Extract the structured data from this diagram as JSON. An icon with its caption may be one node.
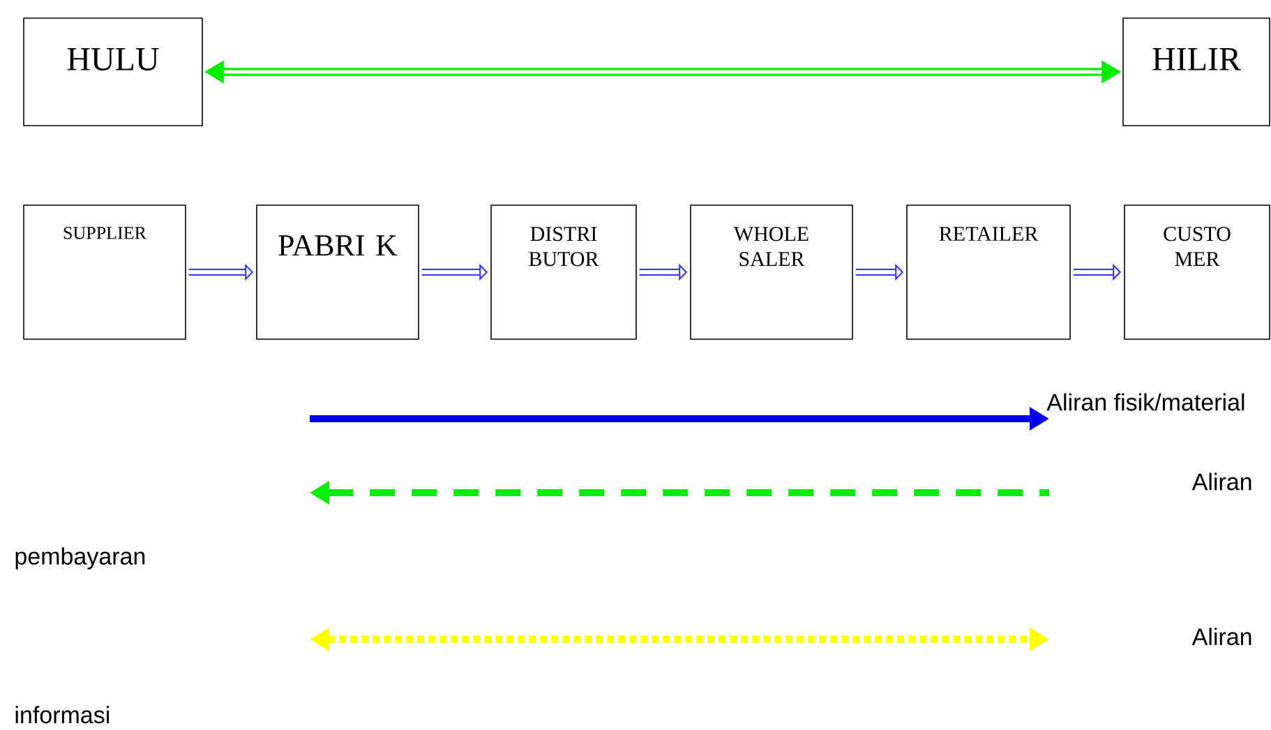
{
  "diagram": {
    "nodes": [
      {
        "text": [
          "HULU"
        ]
      },
      {
        "text": [
          "HILIR"
        ]
      },
      {
        "text": [
          "SUPPLIER"
        ]
      },
      {
        "text": [
          "PABRI K"
        ]
      },
      {
        "text": [
          "DISTRI BUTOR"
        ]
      },
      {
        "text": [
          "WHOLE SALER"
        ]
      },
      {
        "text": [
          "RETAILER"
        ]
      },
      {
        "text": [
          "CUSTO MER"
        ]
      }
    ],
    "edges": [
      {
        "from": 0,
        "to": 1,
        "arrow": "both",
        "color": "#00ee00"
      },
      {
        "from": 2,
        "to": 3,
        "arrow": "to"
      },
      {
        "from": 3,
        "to": 4,
        "arrow": "to"
      },
      {
        "from": 4,
        "to": 5,
        "arrow": "to"
      },
      {
        "from": 5,
        "to": 6,
        "arrow": "to"
      },
      {
        "from": 6,
        "to": 7,
        "arrow": "to"
      }
    ],
    "labels": [
      "Aliran fisik/material",
      "Aliran",
      "pembayaran",
      "Aliran",
      "informasi"
    ]
  }
}
